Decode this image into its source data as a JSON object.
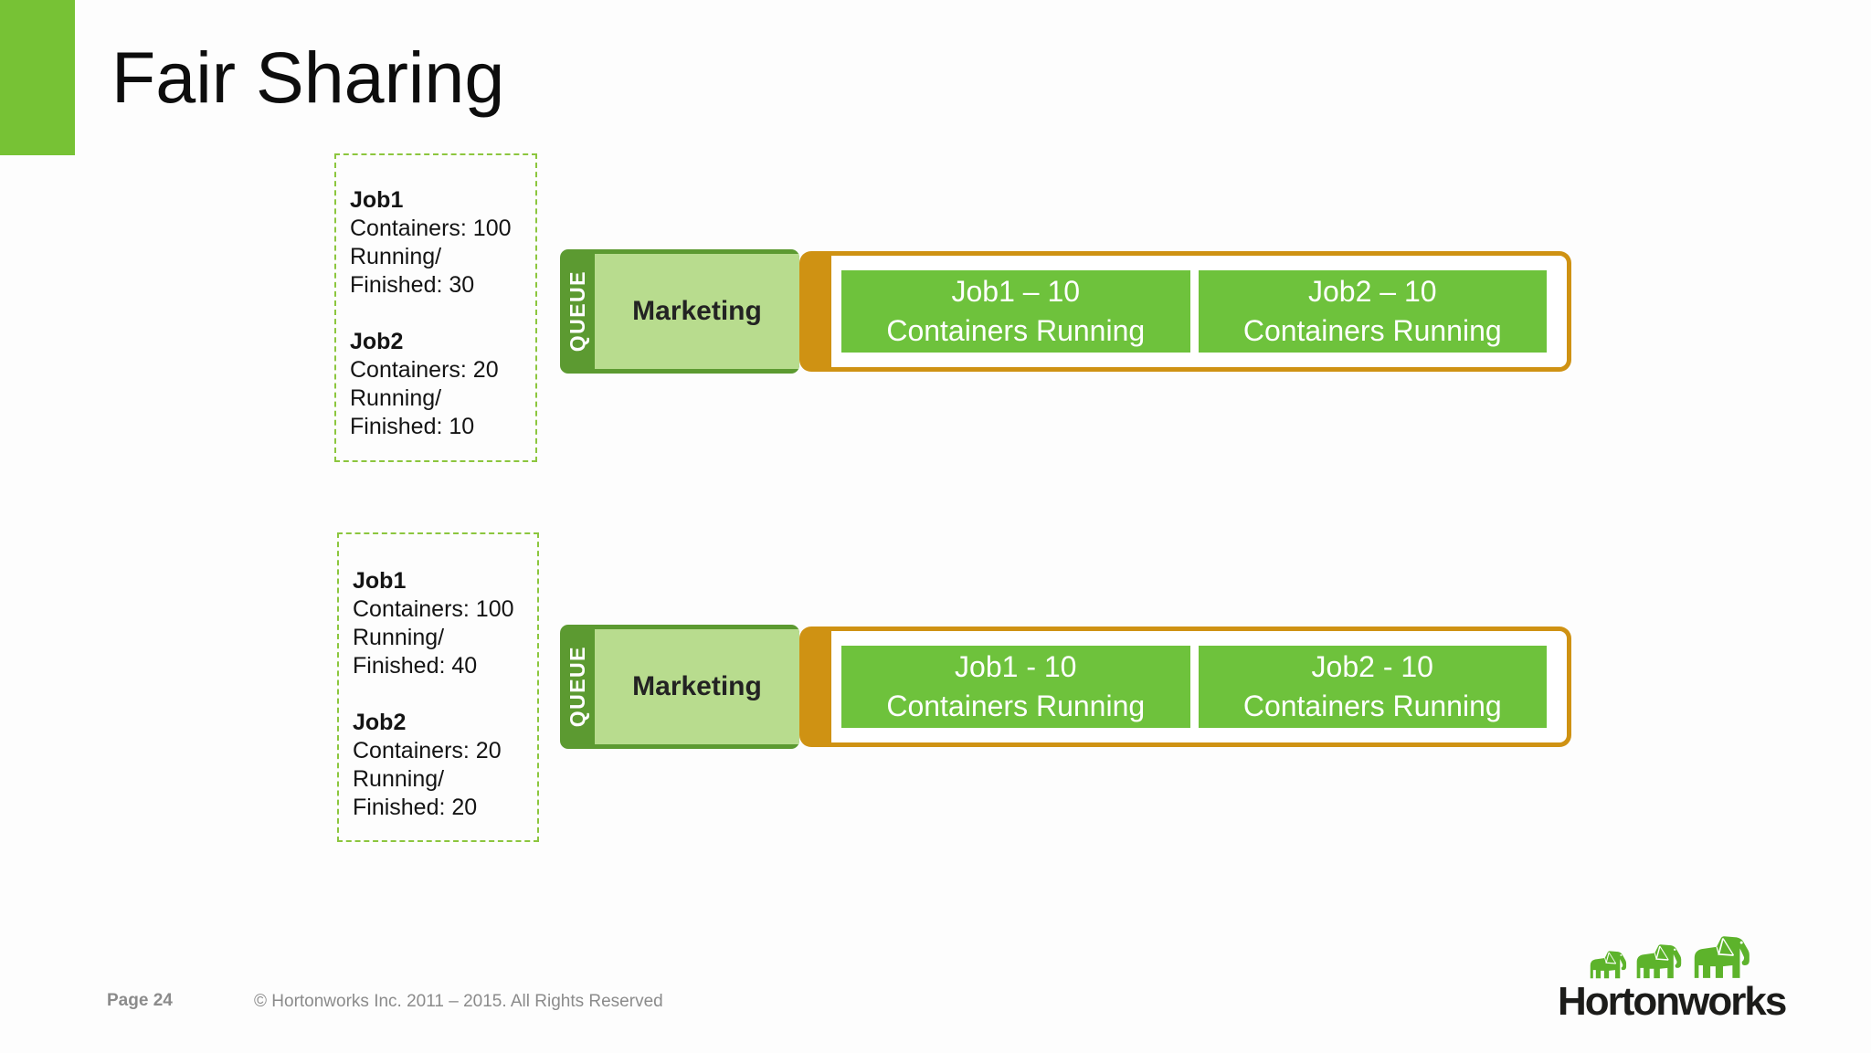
{
  "slide": {
    "title": "Fair Sharing"
  },
  "colors": {
    "accent_green": "#77c235",
    "queue_dark_green": "#5c9a31",
    "queue_light_green": "#b8dc8e",
    "container_chip_green": "#6ec23c",
    "panel_orange": "#cf9213",
    "note_border_green": "#8cc63e",
    "footer_gray": "#8b8b8b",
    "logo_elephant_green": "#5db32b",
    "logo_text_black": "#1c1c1a"
  },
  "scenarios": [
    {
      "note": {
        "job1_label": "Job1",
        "job1_line1": "Containers: 100",
        "job1_line2": "Running/",
        "job1_line3": "Finished: 30",
        "job2_label": "Job2",
        "job2_line1": "Containers: 20",
        "job2_line2": "Running/",
        "job2_line3": "Finished: 10"
      },
      "queue": {
        "vertical_label": "QUEUE",
        "name": "Marketing"
      },
      "containers": [
        {
          "line1": "Job1 – 10",
          "line2": "Containers Running"
        },
        {
          "line1": "Job2 – 10",
          "line2": "Containers Running"
        }
      ]
    },
    {
      "note": {
        "job1_label": "Job1",
        "job1_line1": "Containers: 100",
        "job1_line2": "Running/",
        "job1_line3": "Finished: 40",
        "job2_label": "Job2",
        "job2_line1": "Containers: 20",
        "job2_line2": "Running/",
        "job2_line3": "Finished: 20"
      },
      "queue": {
        "vertical_label": "QUEUE",
        "name": "Marketing"
      },
      "containers": [
        {
          "line1": "Job1 - 10",
          "line2": "Containers Running"
        },
        {
          "line1": "Job2 - 10",
          "line2": "Containers Running"
        }
      ]
    }
  ],
  "footer": {
    "page": "Page 24",
    "copyright": "© Hortonworks Inc. 2011 – 2015. All Rights Reserved"
  },
  "logo": {
    "wordmark": "Hortonworks"
  }
}
